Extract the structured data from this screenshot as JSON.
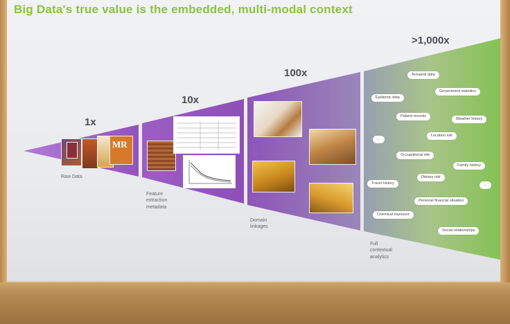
{
  "title": "Big Data's true value is the embedded, multi-modal context",
  "stages": [
    {
      "multiplier": "1x",
      "caption": "Raw Data"
    },
    {
      "multiplier": "10x",
      "caption": "Feature extraction metadata"
    },
    {
      "multiplier": "100x",
      "caption": "Domain linkages"
    },
    {
      "multiplier": ">1,000x",
      "caption": "Full contextual analytics"
    }
  ],
  "raw_data_logo": "MR",
  "context_tags": [
    "Actuarial data",
    "Government statistics",
    "Epidemic data",
    "Patient records",
    "Weather history",
    "...",
    "Location risk",
    "Occupational risk",
    "Family history",
    "Dietary risk",
    "Travel history",
    "...",
    "Personal financial situation",
    "Chemical exposure",
    "Social relationships"
  ],
  "colors": {
    "title": "#8cc23f",
    "purple": "#8d4bb4",
    "green": "#7dc14a",
    "projector_frame": "#b58b52"
  }
}
